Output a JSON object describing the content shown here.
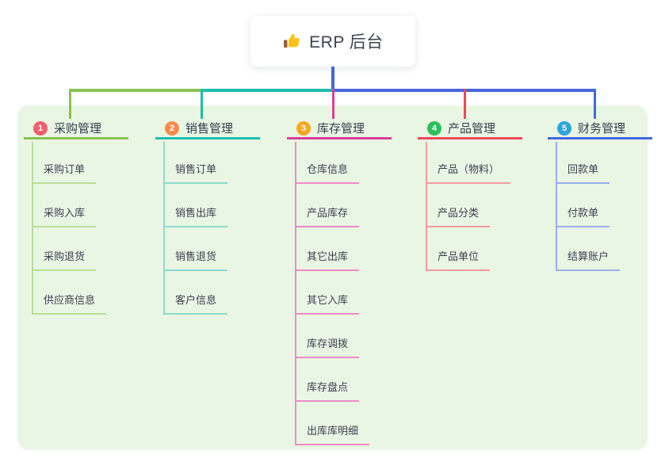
{
  "page": {
    "background": "#FFFFFF",
    "panel_background": "#E9F6E4"
  },
  "root": {
    "label": "ERP 后台",
    "icon": "thumbs-up-icon",
    "connector_color": "#4866DD"
  },
  "branches": [
    {
      "number": "1",
      "title": "采购管理",
      "badge_color": "#F15F6F",
      "line_color": "#8BC152",
      "child_line_color": "#B9DD9B",
      "children": [
        "采购订单",
        "采购入库",
        "采购退货",
        "供应商信息"
      ]
    },
    {
      "number": "2",
      "title": "销售管理",
      "badge_color": "#F68B4D",
      "line_color": "#20BCAC",
      "child_line_color": "#8FD9CE",
      "children": [
        "销售订单",
        "销售出库",
        "销售退货",
        "客户信息"
      ]
    },
    {
      "number": "3",
      "title": "库存管理",
      "badge_color": "#F8A721",
      "line_color": "#DB3D9D",
      "child_line_color": "#F08AC5",
      "children": [
        "仓库信息",
        "产品库存",
        "其它出库",
        "其它入库",
        "库存调拨",
        "库存盘点",
        "出库库明细"
      ]
    },
    {
      "number": "4",
      "title": "产品管理",
      "badge_color": "#2CBE58",
      "line_color": "#F0485A",
      "child_line_color": "#F59C9E",
      "children": [
        "产品（物料）",
        "产品分类",
        "产品单位"
      ]
    },
    {
      "number": "5",
      "title": "财务管理",
      "badge_color": "#2BA5DF",
      "line_color": "#4268DE",
      "child_line_color": "#9AAFE9",
      "children": [
        "回款单",
        "付款单",
        "结算账户"
      ]
    }
  ]
}
